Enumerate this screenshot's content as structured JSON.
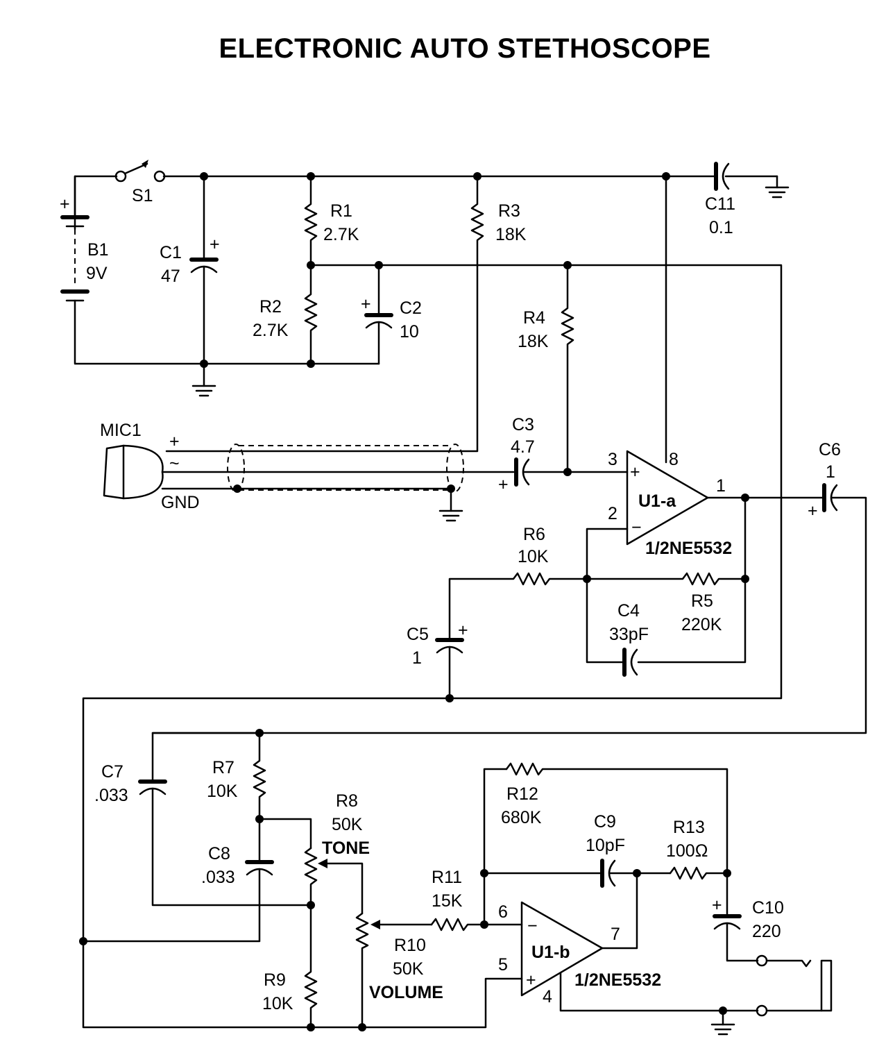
{
  "title": "ELECTRONIC AUTO STETHOSCOPE",
  "components": {
    "s1": "S1",
    "b1": "B1",
    "b1_val": "9V",
    "c1": "C1",
    "c1_val": "47",
    "r1": "R1",
    "r1_val": "2.7K",
    "r2": "R2",
    "r2_val": "2.7K",
    "c2": "C2",
    "c2_val": "10",
    "r3": "R3",
    "r3_val": "18K",
    "r4": "R4",
    "r4_val": "18K",
    "c11": "C11",
    "c11_val": "0.1",
    "mic1": "MIC1",
    "mic_gnd": "GND",
    "c3": "C3",
    "c3_val": "4.7",
    "u1a": "U1-a",
    "u1a_part": "1/2NE5532",
    "c6": "C6",
    "c6_val": "1",
    "r6": "R6",
    "r6_val": "10K",
    "c4": "C4",
    "c4_val": "33pF",
    "r5": "R5",
    "r5_val": "220K",
    "c5": "C5",
    "c5_val": "1",
    "c7": "C7",
    "c7_val": ".033",
    "r7": "R7",
    "r7_val": "10K",
    "r8": "R8",
    "r8_val": "50K",
    "r8_func": "TONE",
    "c8": "C8",
    "c8_val": ".033",
    "r9": "R9",
    "r9_val": "10K",
    "r10": "R10",
    "r10_val": "50K",
    "r10_func": "VOLUME",
    "r11": "R11",
    "r11_val": "15K",
    "r12": "R12",
    "r12_val": "680K",
    "c9": "C9",
    "c9_val": "10pF",
    "r13": "R13",
    "r13_val": "100Ω",
    "c10": "C10",
    "c10_val": "220",
    "u1b": "U1-b",
    "u1b_part": "1/2NE5532"
  },
  "pins": {
    "p3": "3",
    "p8": "8",
    "p2": "2",
    "p1": "1",
    "p6": "6",
    "p5": "5",
    "p7": "7",
    "p4": "4"
  },
  "symbols": {
    "plus": "+",
    "minus": "−",
    "ac": "~"
  }
}
